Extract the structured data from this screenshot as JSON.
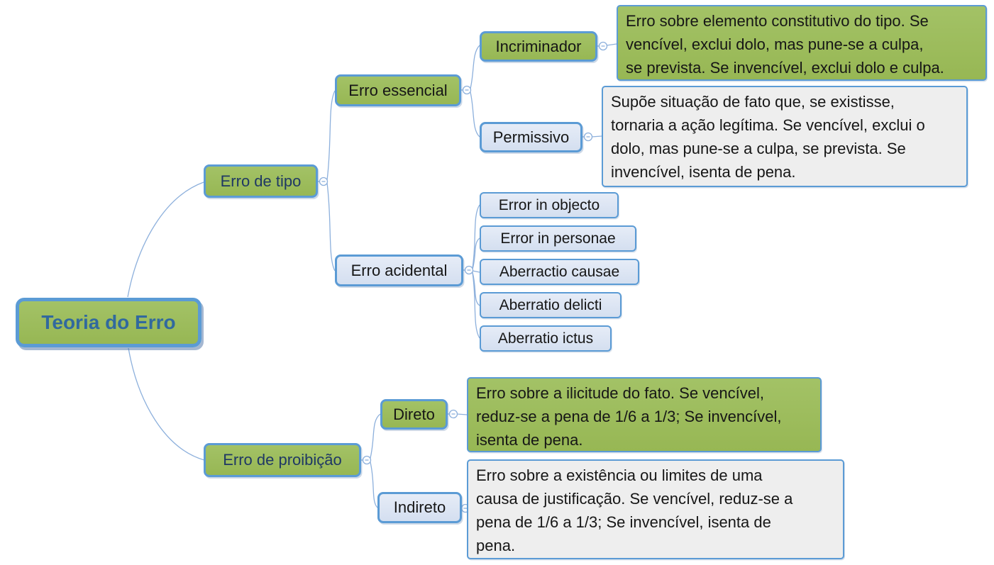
{
  "diagram_title": "Teoria do Erro",
  "colors": {
    "topic_green": "#9CBB5C",
    "topic_light_blue": "#DBE4F1",
    "note_gray": "#EEEEEE",
    "border_blue": "#5B9BD5",
    "connector_blue": "#8DB0DC",
    "root_text": "#31699E",
    "branch_text": "#1F3864",
    "text_black": "#161616"
  },
  "tree": {
    "label": "Teoria do Erro",
    "children": [
      {
        "label": "Erro de tipo",
        "children": [
          {
            "label": "Erro essencial",
            "children": [
              {
                "label": "Incriminador",
                "children": [
                  {
                    "label": "Erro sobre elemento constitutivo do tipo. Se\nvencível, exclui dolo, mas pune-se a culpa,\nse prevista. Se invencível, exclui dolo e culpa."
                  }
                ]
              },
              {
                "label": "Permissivo",
                "children": [
                  {
                    "label": "Supõe situação de fato que, se existisse,\ntornaria a ação legítima. Se vencível, exclui o\ndolo, mas pune-se a culpa, se prevista. Se\ninvencível, isenta de pena."
                  }
                ]
              }
            ]
          },
          {
            "label": "Erro acidental",
            "children": [
              {
                "label": "Error in objecto"
              },
              {
                "label": "Error in personae"
              },
              {
                "label": "Aberractio causae"
              },
              {
                "label": "Aberratio delicti"
              },
              {
                "label": "Aberratio ictus"
              }
            ]
          }
        ]
      },
      {
        "label": "Erro de proibição",
        "children": [
          {
            "label": "Direto",
            "children": [
              {
                "label": "Erro sobre a ilicitude do fato. Se vencível,\nreduz-se a pena de 1/6 a 1/3; Se invencível,\nisenta de pena."
              }
            ]
          },
          {
            "label": "Indireto",
            "children": [
              {
                "label": "Erro sobre a existência ou limites de uma\ncausa de justificação. Se vencível, reduz-se a\npena de 1/6 a 1/3; Se invencível, isenta de\npena."
              }
            ]
          }
        ]
      }
    ]
  }
}
